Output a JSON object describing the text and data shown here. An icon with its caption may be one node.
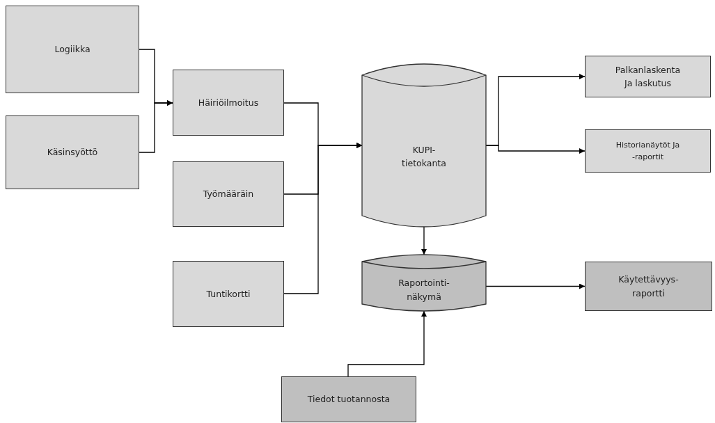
{
  "diagram": {
    "nodes": [
      {
        "text": [
          "Logiikka"
        ]
      },
      {
        "text": [
          "Käsinsyöttö"
        ]
      },
      {
        "text": [
          "Häiriöilmoitus"
        ]
      },
      {
        "text": [
          "Työmääräin"
        ]
      },
      {
        "text": [
          "Tuntikortti"
        ]
      },
      {
        "text": [
          "KUPI- tietokanta"
        ]
      },
      {
        "text": [
          "Palkanlaskenta Ja laskutus"
        ]
      },
      {
        "text": [
          "Historianäytöt Ja -raportit"
        ]
      },
      {
        "text": [
          "Raportointi- näkymä"
        ]
      },
      {
        "text": [
          "Tiedot tuotannosta"
        ]
      },
      {
        "text": [
          "Käytettävyys- raportti"
        ]
      }
    ],
    "edges": [
      {
        "from": 0,
        "to": 2,
        "arrow": "to"
      },
      {
        "from": 1,
        "to": 2,
        "arrow": "to"
      },
      {
        "from": 2,
        "to": 5,
        "arrow": "to"
      },
      {
        "from": 3,
        "to": 5,
        "arrow": "to"
      },
      {
        "from": 4,
        "to": 5,
        "arrow": "to"
      },
      {
        "from": 5,
        "to": 6,
        "arrow": "to"
      },
      {
        "from": 5,
        "to": 7,
        "arrow": "to"
      },
      {
        "from": 5,
        "to": 8,
        "arrow": "to"
      },
      {
        "from": 9,
        "to": 8,
        "arrow": "to"
      },
      {
        "from": 8,
        "to": 10,
        "arrow": "to"
      }
    ]
  }
}
